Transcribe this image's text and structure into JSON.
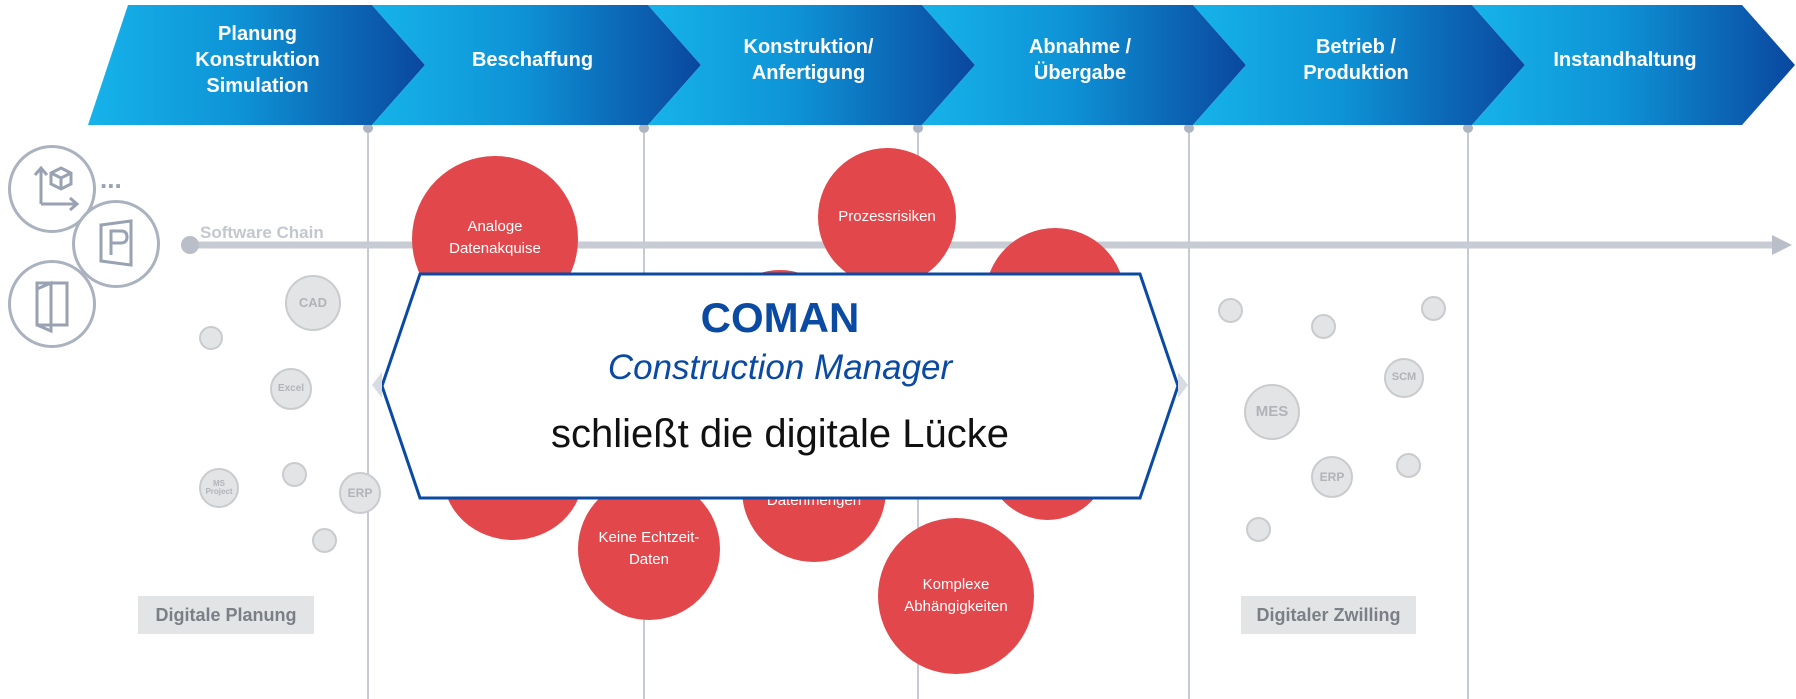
{
  "colors": {
    "chevron_light": "#14b1e8",
    "chevron_dark": "#0b4aa2",
    "red_bubble": "#e2474b",
    "coman_border": "#0b4aa2",
    "coman_title": "#0b4aa2",
    "gray_dot": "#e3e4e6",
    "line_gray": "#c5cad3"
  },
  "phases": [
    {
      "label": "Planung\nKonstruktion\nSimulation"
    },
    {
      "label": "Beschaffung"
    },
    {
      "label": "Konstruktion/\nAnfertigung"
    },
    {
      "label": "Abnahme /\nÜbergabe"
    },
    {
      "label": "Betrieb /\nProduktion"
    },
    {
      "label": "Instandhaltung"
    }
  ],
  "software_chain": {
    "label": "Software Chain"
  },
  "tool_icons": [
    "axis-cube-icon",
    "parking-sign-icon",
    "door-icon"
  ],
  "tool_more": "...",
  "planning": {
    "label": "Digitale Planung",
    "tools": [
      "CAD",
      "Excel",
      "MS\nProject",
      "ERP"
    ]
  },
  "twin": {
    "label": "Digitaler Zwilling",
    "tools": [
      "MES",
      "SCM",
      "ERP"
    ]
  },
  "problems": [
    {
      "label": "Analoge\nDatenakquise"
    },
    {
      "label": "Prozessrisiken"
    },
    {
      "label": "Datenmengen"
    },
    {
      "label": "Keine Echtzeit-\nDaten"
    },
    {
      "label": "Komplexe\nAbhängigkeiten"
    }
  ],
  "coman": {
    "title": "COMAN",
    "subtitle": "Construction Manager",
    "tagline": "schließt die digitale Lücke"
  }
}
